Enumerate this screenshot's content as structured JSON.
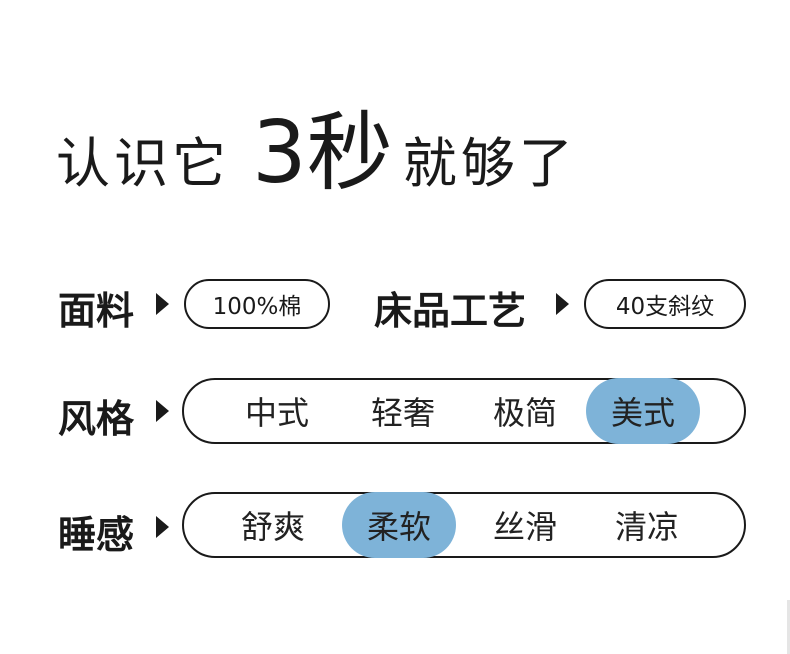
{
  "title": {
    "prefix": "认识它",
    "highlight": "3秒",
    "suffix": "就够了"
  },
  "fabric": {
    "label": "面料",
    "value": "100%棉"
  },
  "craft": {
    "label": "床品工艺",
    "value": "40支斜纹"
  },
  "style": {
    "label": "风格",
    "options": [
      "中式",
      "轻奢",
      "极简",
      "美式"
    ],
    "selected": "美式"
  },
  "feel": {
    "label": "睡感",
    "options": [
      "舒爽",
      "柔软",
      "丝滑",
      "清凉"
    ],
    "selected": "柔软"
  },
  "colors": {
    "highlight": "#7eb3d8",
    "text": "#1a1a1a"
  }
}
